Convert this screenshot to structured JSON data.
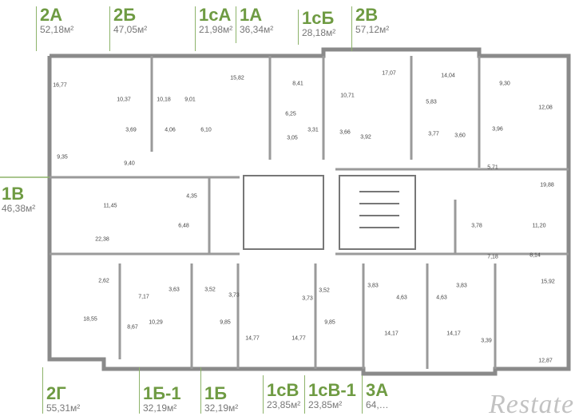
{
  "apartments_top": [
    {
      "code": "2А",
      "area": "52,18м²"
    },
    {
      "code": "2Б",
      "area": "47,05м²"
    },
    {
      "code": "1сА",
      "area": "21,98м²"
    },
    {
      "code": "1А",
      "area": "36,34м²"
    },
    {
      "code": "1сБ",
      "area": "28,18м²"
    },
    {
      "code": "2В",
      "area": "57,12м²"
    }
  ],
  "apartments_side": [
    {
      "code": "1В",
      "area": "46,38м²"
    }
  ],
  "apartments_bottom": [
    {
      "code": "2Г",
      "area": "55,31м²"
    },
    {
      "code": "1Б-1",
      "area": "32,19м²"
    },
    {
      "code": "1Б",
      "area": "32,19м²"
    },
    {
      "code": "1сВ",
      "area": "23,85м²"
    },
    {
      "code": "1сВ-1",
      "area": "23,85м²"
    },
    {
      "code": "3А",
      "area": "64,…"
    }
  ],
  "rooms": [
    "16,77",
    "10,37",
    "10,18",
    "9,01",
    "15,82",
    "8,41",
    "10,71",
    "17,07",
    "14,04",
    "9,30",
    "12,08",
    "5,83",
    "6,25",
    "3,69",
    "4,06",
    "6,10",
    "3,31",
    "3,66",
    "3,05",
    "3,92",
    "3,77",
    "3,60",
    "3,96",
    "9,35",
    "9,40",
    "5,71",
    "19,88",
    "11,45",
    "4,35",
    "6,48",
    "22,38",
    "3,78",
    "11,20",
    "7,18",
    "8,14",
    "2,62",
    "7,17",
    "3,63",
    "3,52",
    "3,73",
    "3,52",
    "3,73",
    "3,83",
    "4,63",
    "4,63",
    "3,83",
    "15,92",
    "18,55",
    "10,29",
    "9,85",
    "14,77",
    "14,77",
    "9,85",
    "8,67",
    "14,17",
    "14,17",
    "3,39",
    "12,87"
  ],
  "watermark": "Restate",
  "colors": {
    "accent": "#6f9b43",
    "wall": "#8a8a8a"
  }
}
